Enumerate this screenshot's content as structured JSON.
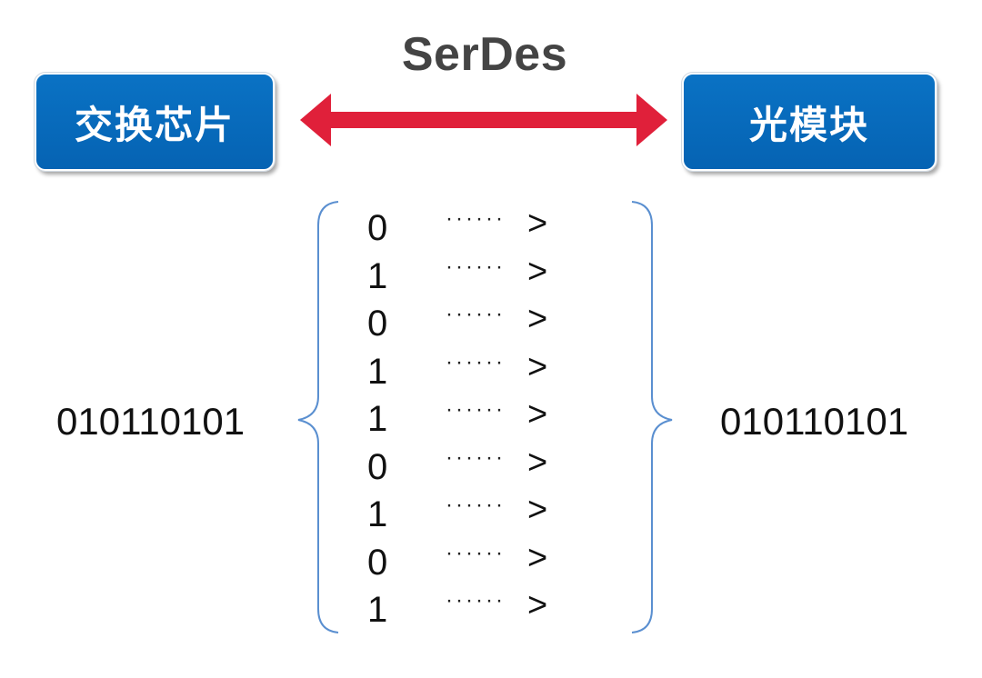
{
  "title": "SerDes",
  "left_box": {
    "label": "交换芯片"
  },
  "right_box": {
    "label": "光模块"
  },
  "left_bits": "010110101",
  "right_bits": "010110101",
  "serial_bits": [
    "0",
    "1",
    "0",
    "1",
    "1",
    "0",
    "1",
    "0",
    "1"
  ],
  "row_dots": "······",
  "row_arrow": ">",
  "colors": {
    "box": "#0563b3",
    "arrow": "#e0203a",
    "brace": "#5a8fd0",
    "title": "#444444"
  }
}
